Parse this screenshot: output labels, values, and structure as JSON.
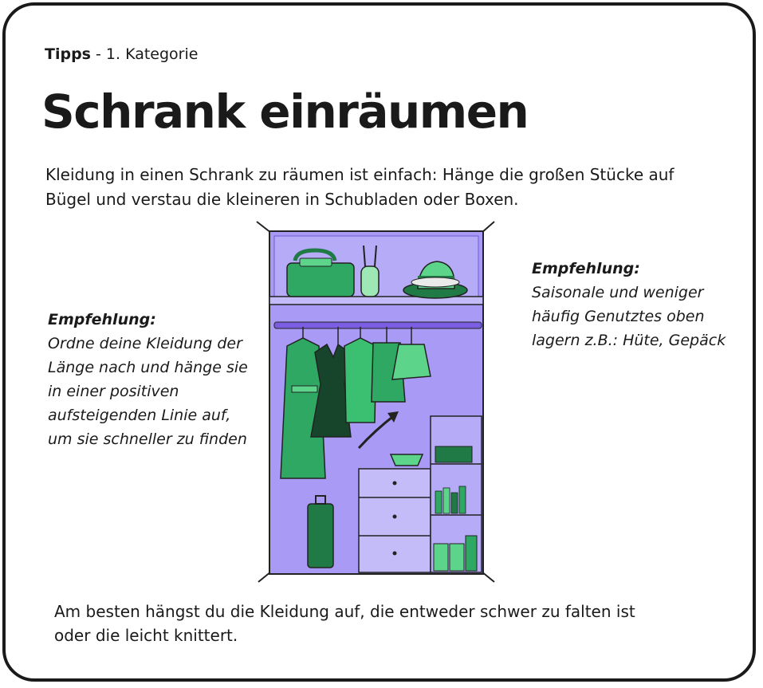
{
  "header": {
    "label_bold": "Tipps",
    "label_rest": " - 1. Kategorie",
    "title": "Schrank einräumen"
  },
  "intro": {
    "line1": "Kleidung in einen Schrank zu räumen ist einfach: Hänge die großen Stücke auf",
    "line2": "Bügel und verstau die kleineren in Schubladen oder Boxen."
  },
  "tip_left": {
    "heading": "Empfehlung:",
    "lines": [
      "Ordne deine Kleidung der",
      "Länge nach und hänge sie",
      "in einer positiven",
      "aufsteigenden Linie auf,",
      "um sie schneller zu finden"
    ]
  },
  "tip_right": {
    "heading": "Empfehlung:",
    "lines": [
      "Saisonale und weniger",
      "häufig Genutztes oben",
      "lagern z.B.: Hüte, Gepäck"
    ]
  },
  "outro": {
    "line1": "Am besten hängst du die Kleidung auf, die entweder schwer zu falten ist",
    "line2": "oder die leicht knittert."
  },
  "colors": {
    "wardrobe_fill": "#a99bf5",
    "wardrobe_inner": "#b6abf7",
    "rod": "#7a5de0",
    "green_dark": "#1f7a45",
    "green_mid": "#2ea862",
    "green_light": "#5cd48a",
    "outline": "#222222"
  },
  "icons": [
    "wardrobe-illustration",
    "handbag-icon",
    "hat-icon",
    "suitcase-icon",
    "arrow-up-right-icon"
  ]
}
